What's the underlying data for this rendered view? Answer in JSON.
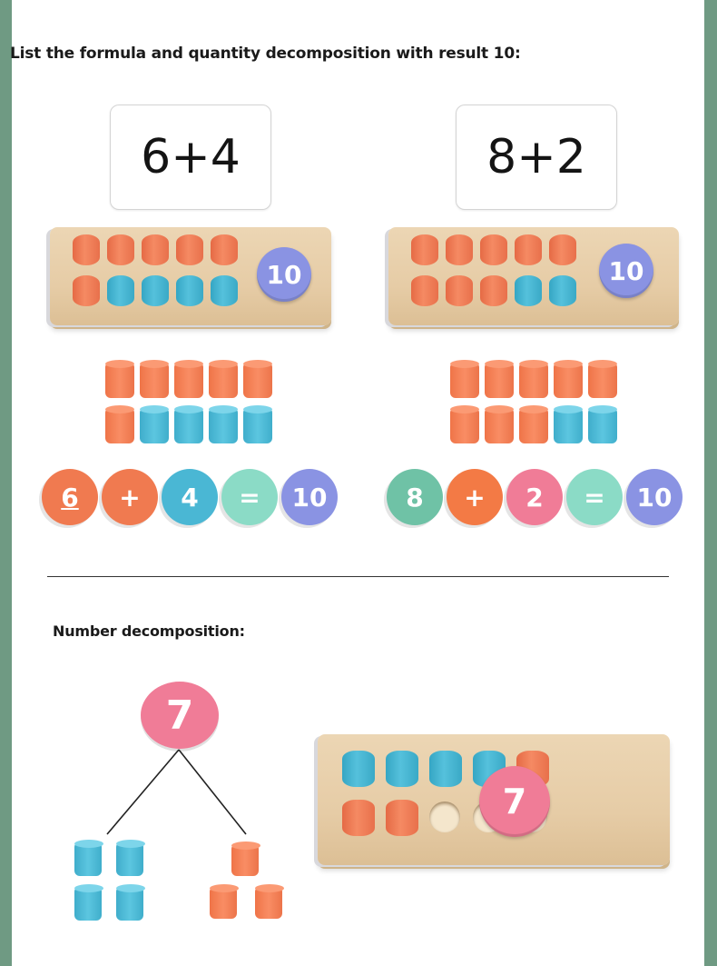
{
  "title": "List the formula and quantity decomposition with result 10:",
  "colors": {
    "frame": "#6f9a83",
    "orange": "#f07a50",
    "blue": "#4ab7d4",
    "mint": "#88d8c4",
    "green": "#6fc2a6",
    "pink": "#f07c97",
    "purple": "#8a93e3",
    "wood": "#e8cfa9"
  },
  "examples": [
    {
      "formula_card": "6+4",
      "board": {
        "row1": [
          "orange",
          "orange",
          "orange",
          "orange",
          "orange"
        ],
        "row2": [
          "orange",
          "blue",
          "blue",
          "blue",
          "blue"
        ],
        "disc_label": "10"
      },
      "loose_cylinders": {
        "row1": [
          "orange",
          "orange",
          "orange",
          "orange",
          "orange"
        ],
        "row2": [
          "orange",
          "blue",
          "blue",
          "blue",
          "blue"
        ]
      },
      "equation_tokens": [
        {
          "label": "6",
          "color": "#f07a50"
        },
        {
          "label": "+",
          "color": "#f07a50"
        },
        {
          "label": "4",
          "color": "#4ab7d4"
        },
        {
          "label": "=",
          "color": "#8bdbc6"
        },
        {
          "label": "10",
          "color": "#8a93e3"
        }
      ]
    },
    {
      "formula_card": "8+2",
      "board": {
        "row1": [
          "orange",
          "orange",
          "orange",
          "orange",
          "orange"
        ],
        "row2": [
          "orange",
          "orange",
          "orange",
          "blue",
          "blue"
        ],
        "disc_label": "10"
      },
      "loose_cylinders": {
        "row1": [
          "orange",
          "orange",
          "orange",
          "orange",
          "orange"
        ],
        "row2": [
          "orange",
          "orange",
          "orange",
          "blue",
          "blue"
        ]
      },
      "equation_tokens": [
        {
          "label": "8",
          "color": "#6fc2a6"
        },
        {
          "label": "+",
          "color": "#f37a45"
        },
        {
          "label": "2",
          "color": "#f07c97"
        },
        {
          "label": "=",
          "color": "#8bdbc6"
        },
        {
          "label": "10",
          "color": "#8a93e3"
        }
      ]
    }
  ],
  "section2": {
    "heading": "Number decomposition:",
    "tree": {
      "root_label": "7",
      "left_group": {
        "count": 4,
        "color": "blue"
      },
      "right_group": {
        "count": 3,
        "color": "orange"
      }
    },
    "board": {
      "row1": [
        "blue",
        "blue",
        "blue",
        "blue",
        "orange"
      ],
      "row2": [
        "orange",
        "orange",
        "empty",
        "empty",
        "empty"
      ],
      "disc_label": "7"
    }
  }
}
